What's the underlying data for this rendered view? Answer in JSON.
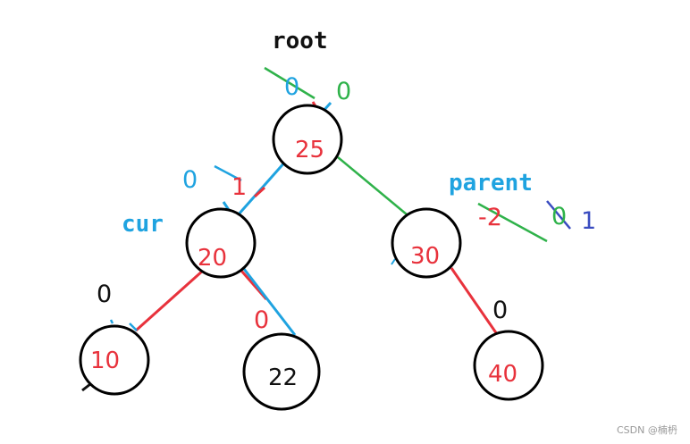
{
  "colors": {
    "red": "#e8323c",
    "blue": "#1fa3e0",
    "green": "#2fb24a",
    "black": "#111111",
    "navy": "#3a4cc0"
  },
  "labels": {
    "root": "root",
    "cur": "cur",
    "parent": "parent"
  },
  "nodes": {
    "n25": "25",
    "n20": "20",
    "n30": "30",
    "n10": "10",
    "n22": "22",
    "n40": "40"
  },
  "annotations": {
    "root_blue_0": "0",
    "root_green_0": "0",
    "n20_blue_0": "0",
    "n20_red_1": "1",
    "n30_red_neg2": "-2",
    "n30_green_0": "0",
    "n30_navy_1": "1",
    "n10_black_0": "0",
    "n22_red_0": "0",
    "n40_black_0": "0"
  },
  "watermark": "CSDN @楠枬"
}
